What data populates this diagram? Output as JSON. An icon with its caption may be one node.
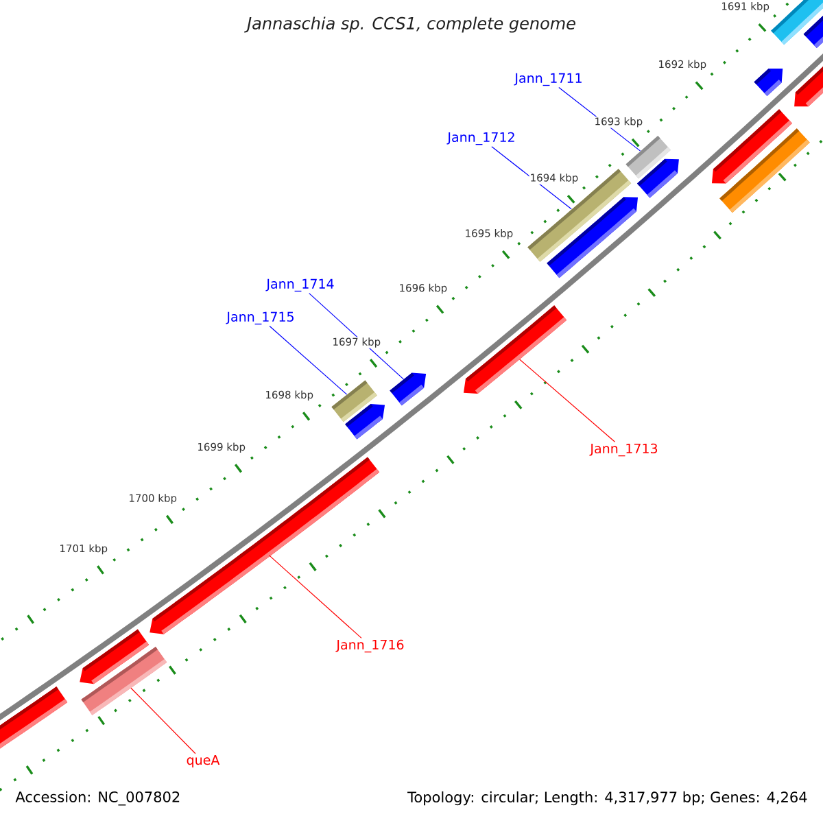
{
  "diagram": {
    "title": "Jannaschia sp. CCS1, complete genome",
    "nodes": [
      {
        "text": [],
        "shape": "bar"
      },
      {
        "text": [],
        "shape": "bar"
      },
      {
        "text": [
          "Jann_1711"
        ]
      },
      {
        "text": [],
        "shape": "bar"
      },
      {
        "text": [],
        "shape": "bar"
      },
      {
        "text": [
          "Jann_1712"
        ]
      },
      {
        "text": [],
        "shape": "bar"
      },
      {
        "text": [],
        "shape": "bar"
      },
      {
        "text": [],
        "shape": "bar"
      },
      {
        "text": [],
        "shape": "bar"
      },
      {
        "text": [],
        "shape": "bar"
      },
      {
        "text": [],
        "shape": "bar"
      },
      {
        "text": [
          "Jann_1714"
        ]
      },
      {
        "text": [],
        "shape": "bar"
      },
      {
        "text": [
          "Jann_1715"
        ]
      },
      {
        "text": [],
        "shape": "bar"
      },
      {
        "text": [],
        "shape": "bar"
      },
      {
        "text": [],
        "shape": "bar"
      },
      {
        "text": [
          "Jann_1713"
        ]
      },
      {
        "text": [],
        "shape": "bar"
      },
      {
        "text": [],
        "shape": "bar"
      },
      {
        "text": [
          "Jann_1716"
        ]
      },
      {
        "text": [],
        "shape": "bar"
      },
      {
        "text": [],
        "shape": "bar"
      },
      {
        "text": [
          "queA"
        ]
      }
    ],
    "edges": [
      {
        "from": 2,
        "to": 7,
        "arrow": "none"
      },
      {
        "from": 5,
        "to": 10,
        "arrow": "none"
      },
      {
        "from": 12,
        "to": 15,
        "arrow": "none"
      },
      {
        "from": 14,
        "to": 16,
        "arrow": "none"
      },
      {
        "from": 18,
        "to": 13,
        "arrow": "none",
        "color": "#ff0000"
      },
      {
        "from": 21,
        "to": 19,
        "arrow": "none",
        "color": "#ff0000"
      },
      {
        "from": 24,
        "to": 22,
        "arrow": "none",
        "color": "#ff0000"
      }
    ],
    "labels": [
      "1691 kbp",
      "1692 kbp",
      "1693 kbp",
      "1694 kbp",
      "1695 kbp",
      "1696 kbp",
      "1697 kbp",
      "1698 kbp",
      "1699 kbp",
      "1700 kbp",
      "1701 kbp",
      "Accession: NC_007802",
      "Topology: circular; Length: 4,317,977 bp; Genes: 4,264"
    ]
  }
}
